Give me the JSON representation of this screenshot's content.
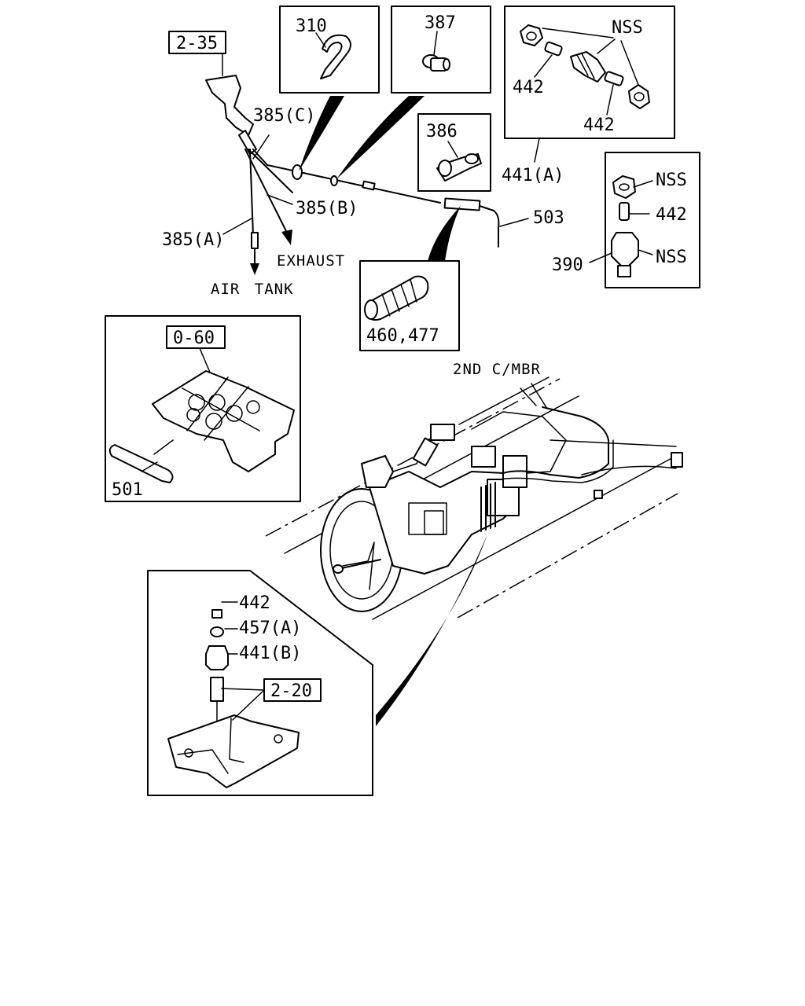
{
  "callouts": {
    "ref_2_35": "2-35",
    "p310": "310",
    "p387": "387",
    "nss_top": "NSS",
    "p442_a": "442",
    "p442_b": "442",
    "p441a": "441(A)",
    "p386": "386",
    "p385c": "385(C)",
    "p385b": "385(B)",
    "p385a": "385(A)",
    "p503": "503",
    "exhaust": "EXHAUST",
    "air_tank": "AIR TANK",
    "nss_b1": "NSS",
    "p442_c": "442",
    "p390": "390",
    "nss_b2": "NSS",
    "p460_477": "460,477",
    "ref_0_60": "0-60",
    "p501": "501",
    "second_cmbr": "2ND C/MBR",
    "p442_d": "442",
    "p457a": "457(A)",
    "p441b": "441(B)",
    "ref_2_20": "2-20"
  }
}
